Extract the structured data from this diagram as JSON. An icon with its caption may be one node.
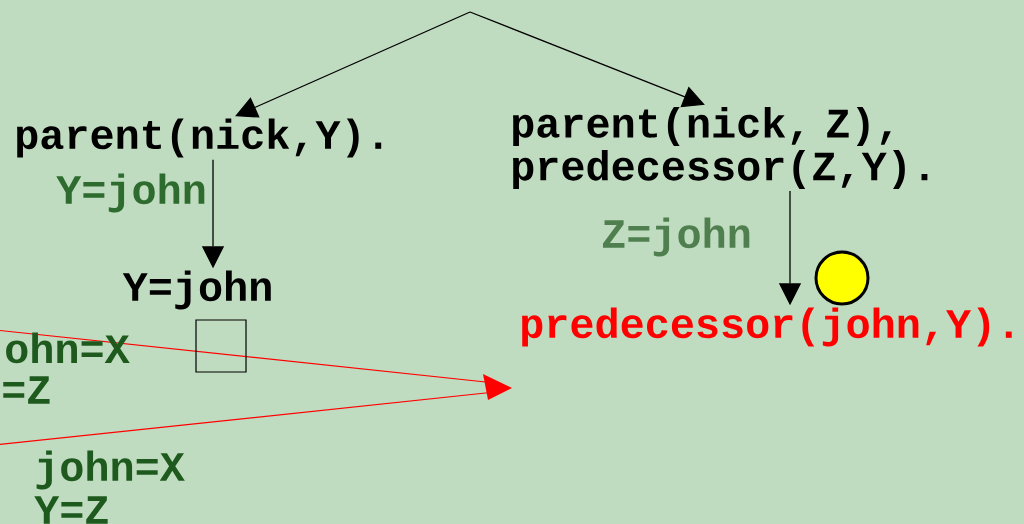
{
  "diagram": {
    "nodes": [
      {
        "text": [
          "parent(nick,Y)."
        ]
      },
      {
        "text": [
          "parent(nick, Z), predecessor(Z,Y)."
        ]
      },
      {
        "text": [
          "Y=john"
        ]
      },
      {
        "text": [],
        "shape": "box"
      },
      {
        "text": [
          "predecessor(john,Y)."
        ]
      },
      {
        "text": [],
        "shape": "circle"
      }
    ],
    "edges": [
      {
        "from": null,
        "to": 0,
        "arrow": "to"
      },
      {
        "from": null,
        "to": 1,
        "arrow": "to"
      },
      {
        "from": 0,
        "to": 2,
        "arrow": "to",
        "label": "Y=john"
      },
      {
        "from": 1,
        "to": 4,
        "arrow": "to",
        "label": "Z=john"
      }
    ],
    "labels": [
      "ohn=X",
      "=Z",
      "john=X",
      "Y=Z"
    ]
  }
}
